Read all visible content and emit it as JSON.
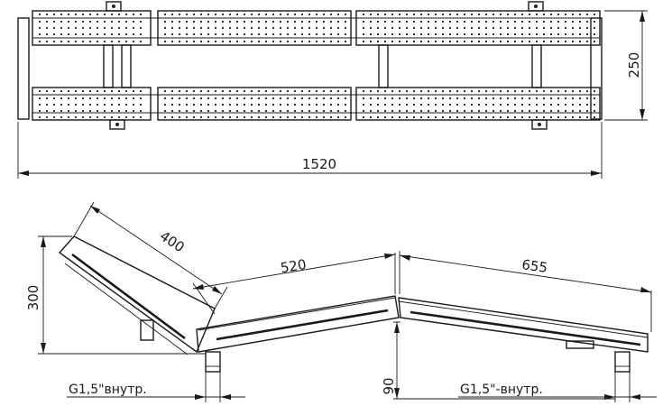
{
  "top_view": {
    "overall_length": "1520",
    "overall_width": "250"
  },
  "side_view": {
    "height": "300",
    "backrest_length": "400",
    "seat_length": "520",
    "leg_section_length": "655",
    "leg_height": "90",
    "thread_left": "G1,5\"внутр.",
    "thread_right": "G1,5\"-внутр."
  }
}
